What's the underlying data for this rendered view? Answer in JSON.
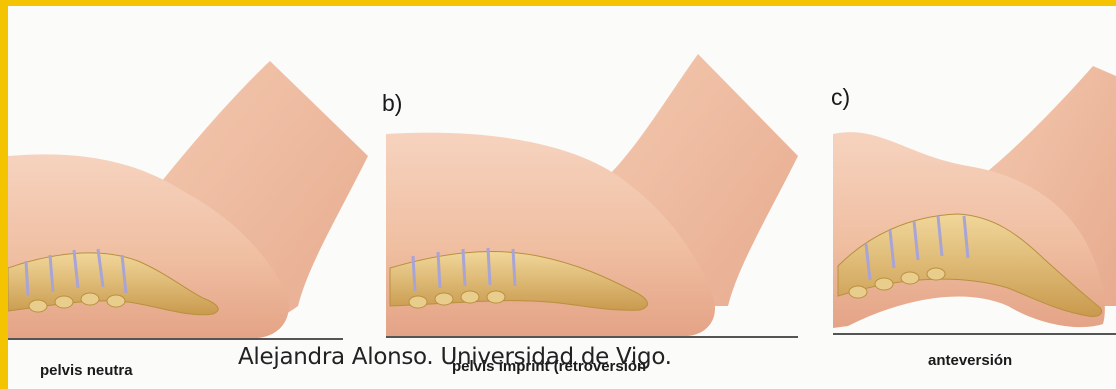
{
  "panels": [
    {
      "letter": "",
      "caption": "pelvis neutra"
    },
    {
      "letter": "b)",
      "caption": "pelvis imprint (retroversión"
    },
    {
      "letter": "c)",
      "caption": "anteversión"
    }
  ],
  "credit": "Alejandra Alonso. Universidad de Vigo.",
  "colors": {
    "frame": "#f5c400",
    "skin": "#f2c4a8",
    "skin_shadow": "#e2a58a",
    "bone": "#e6c27a",
    "bone_dark": "#b8903e",
    "disc": "#a9a4d6",
    "floor": "#555555"
  }
}
